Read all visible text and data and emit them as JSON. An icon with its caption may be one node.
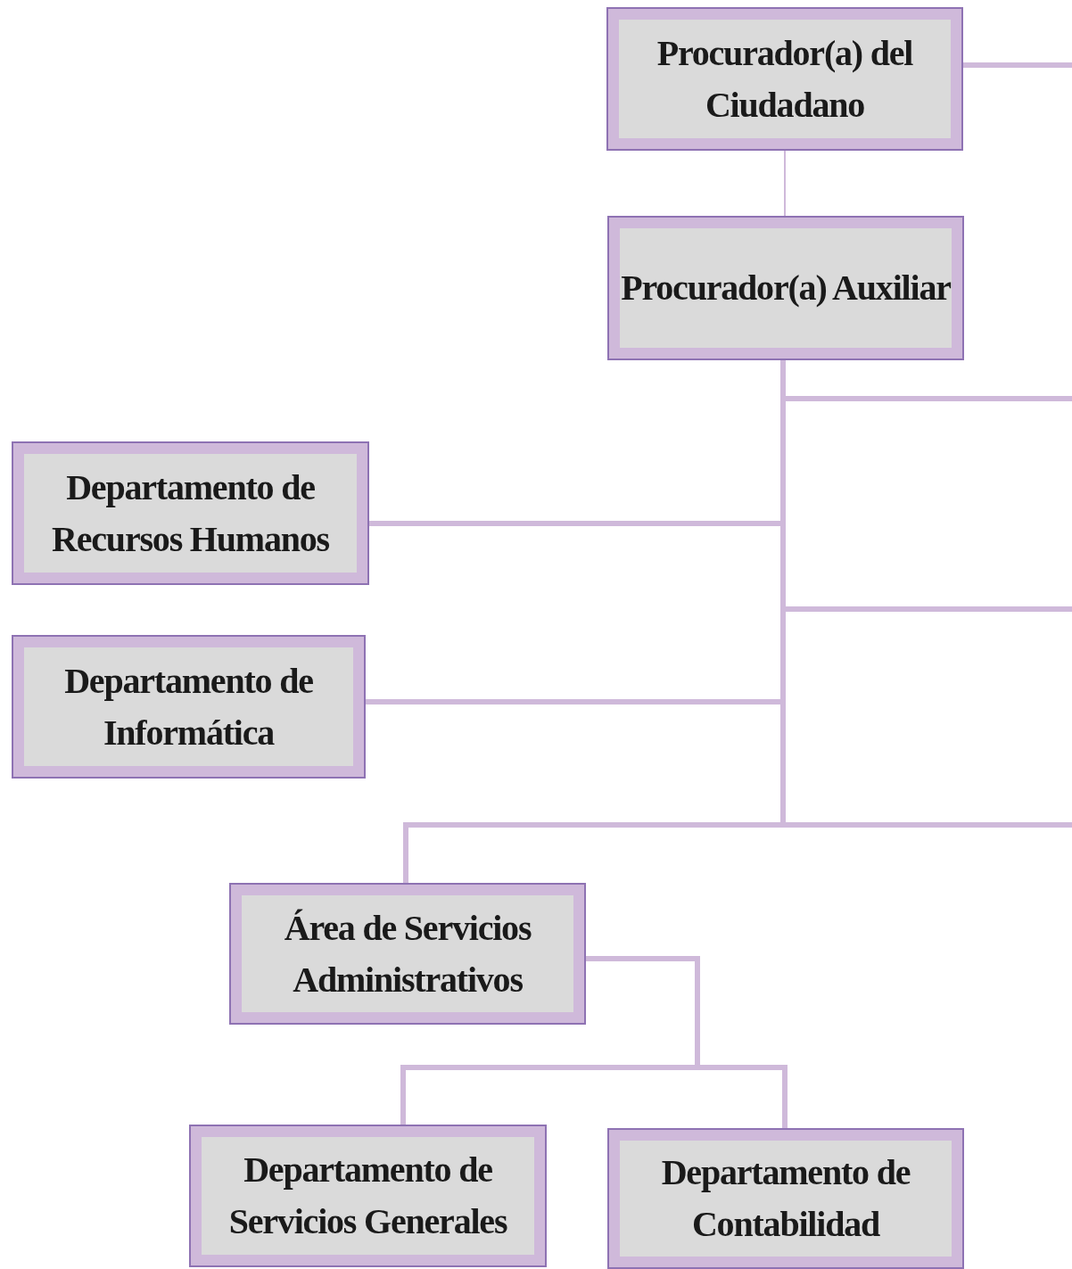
{
  "diagram": {
    "nodes": [
      {
        "text": [
          "Procurador(a) del Ciudadano"
        ]
      },
      {
        "text": [
          "Procurador(a) Auxiliar"
        ]
      },
      {
        "text": [
          "Departamento de Recursos Humanos"
        ]
      },
      {
        "text": [
          "Departamento de Informática"
        ]
      },
      {
        "text": [
          "Área de Servicios Administrativos"
        ]
      },
      {
        "text": [
          "Departamento de Servicios Generales"
        ]
      },
      {
        "text": [
          "Departamento de Contabilidad"
        ]
      }
    ],
    "edges": [
      {
        "from": 0,
        "to": 1,
        "arrow": "none"
      },
      {
        "from": 0,
        "to": null,
        "arrow": "none"
      },
      {
        "from": 1,
        "to": null,
        "arrow": "none"
      },
      {
        "from": 1,
        "to": 2,
        "arrow": "none"
      },
      {
        "from": 1,
        "to": null,
        "arrow": "none"
      },
      {
        "from": 1,
        "to": 3,
        "arrow": "none"
      },
      {
        "from": 1,
        "to": null,
        "arrow": "none"
      },
      {
        "from": 1,
        "to": 4,
        "arrow": "none"
      },
      {
        "from": 4,
        "to": 5,
        "arrow": "none"
      },
      {
        "from": 4,
        "to": 6,
        "arrow": "none"
      }
    ]
  }
}
